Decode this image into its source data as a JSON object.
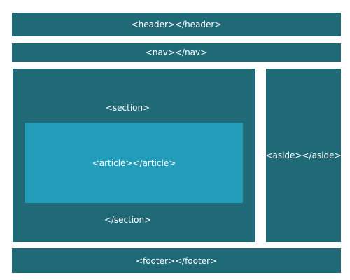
{
  "header": {
    "label": "<header></header>"
  },
  "nav": {
    "label": "<nav></nav>"
  },
  "section": {
    "open_label": "<section>",
    "close_label": "</section>"
  },
  "article": {
    "label": "<article></article>"
  },
  "aside": {
    "label": "<aside></aside>"
  },
  "footer": {
    "label": "<footer></footer>"
  },
  "colors": {
    "block": "#206a78",
    "article": "#229cb9",
    "text": "#ffffff",
    "background": "#ffffff"
  }
}
